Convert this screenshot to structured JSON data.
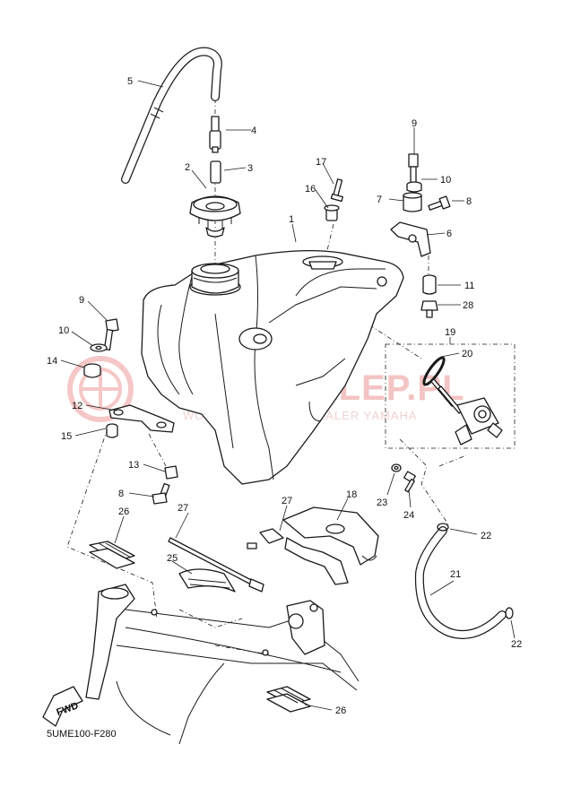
{
  "diagram": {
    "code": "5UME100-F280",
    "fwd_label": "FWD",
    "watermark": {
      "brand": "YAMASKLEP.PL",
      "tagline": "WOJCIECHOWICZ | DEALER YAMAHA"
    },
    "callouts": [
      {
        "id": "c5",
        "text": "5"
      },
      {
        "id": "c4",
        "text": "4"
      },
      {
        "id": "c3",
        "text": "3"
      },
      {
        "id": "c2",
        "text": "2"
      },
      {
        "id": "c1",
        "text": "1"
      },
      {
        "id": "c17",
        "text": "17"
      },
      {
        "id": "c16",
        "text": "16"
      },
      {
        "id": "c9a",
        "text": "9"
      },
      {
        "id": "c10a",
        "text": "10"
      },
      {
        "id": "c7",
        "text": "7"
      },
      {
        "id": "c8a",
        "text": "8"
      },
      {
        "id": "c6",
        "text": "6"
      },
      {
        "id": "c11",
        "text": "11"
      },
      {
        "id": "c28",
        "text": "28"
      },
      {
        "id": "c19",
        "text": "19"
      },
      {
        "id": "c20",
        "text": "20"
      },
      {
        "id": "c9b",
        "text": "9"
      },
      {
        "id": "c10b",
        "text": "10"
      },
      {
        "id": "c14",
        "text": "14"
      },
      {
        "id": "c12",
        "text": "12"
      },
      {
        "id": "c15",
        "text": "15"
      },
      {
        "id": "c13",
        "text": "13"
      },
      {
        "id": "c8b",
        "text": "8"
      },
      {
        "id": "c26a",
        "text": "26"
      },
      {
        "id": "c27a",
        "text": "27"
      },
      {
        "id": "c27b",
        "text": "27"
      },
      {
        "id": "c18",
        "text": "18"
      },
      {
        "id": "c25",
        "text": "25"
      },
      {
        "id": "c23",
        "text": "23"
      },
      {
        "id": "c24",
        "text": "24"
      },
      {
        "id": "c22a",
        "text": "22"
      },
      {
        "id": "c21",
        "text": "21"
      },
      {
        "id": "c22b",
        "text": "22"
      },
      {
        "id": "c26b",
        "text": "26"
      }
    ]
  }
}
